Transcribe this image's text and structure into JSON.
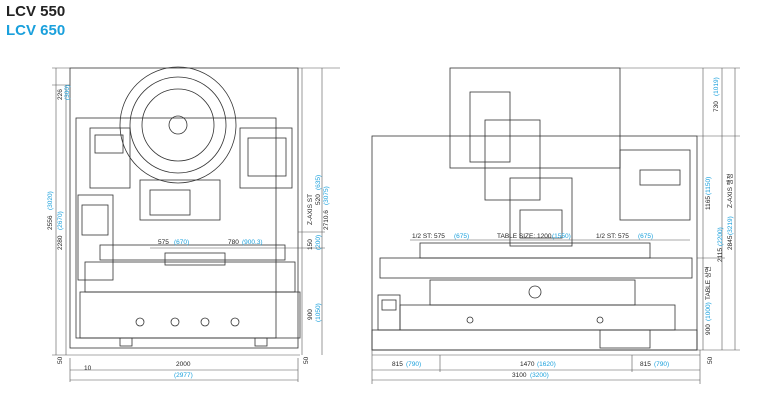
{
  "titles": {
    "model_a": "LCV 550",
    "model_b": "LCV 650"
  },
  "colors": {
    "ink": "#222222",
    "accent": "#1aa0dc"
  },
  "left_view": {
    "dims": {
      "d226": "226",
      "d226b": "(300)",
      "d2556": "2556",
      "d2556b": "(3020)",
      "d2280": "2280",
      "d2280b": "(2670)",
      "d575": "575",
      "d575b": "(670)",
      "d780": "780",
      "d780b": "(900.3)",
      "zaxis": "Z-AXIS ST",
      "d520": "520",
      "d520b": "(635)",
      "d2710": "2710.6",
      "d2710b": "(3075)",
      "d150": "150",
      "d150b": "(200)",
      "d900": "900",
      "d900b": "(1050)",
      "d2000": "2000",
      "d2000b": "(2977)",
      "d50a": "50",
      "d50b": "50",
      "d10": "10"
    }
  },
  "right_view": {
    "dims": {
      "d730": "730",
      "d730b": "(1019)",
      "d1165": "1165",
      "d1165b": "(1150)",
      "d2845": "2845",
      "d2845b": "(3219)",
      "zrange": "Z-AXIS 행정",
      "d2115": "2115",
      "d2115b": "(2200)",
      "d900": "900",
      "d900b": "(1000)",
      "table": "TABLE 상면",
      "half1": "1/2 ST: 575",
      "half1b": "(675)",
      "tsize": "TABLE SIZE: 1200",
      "tsizeb": "(1550)",
      "half2": "1/2 ST: 575",
      "half2b": "(675)",
      "d815a": "815",
      "d815ab": "(790)",
      "d1470": "1470",
      "d1470b": "(1620)",
      "d815b": "815",
      "d815bb": "(790)",
      "d3100": "3100",
      "d3100b": "(3200)",
      "d50": "50"
    }
  }
}
